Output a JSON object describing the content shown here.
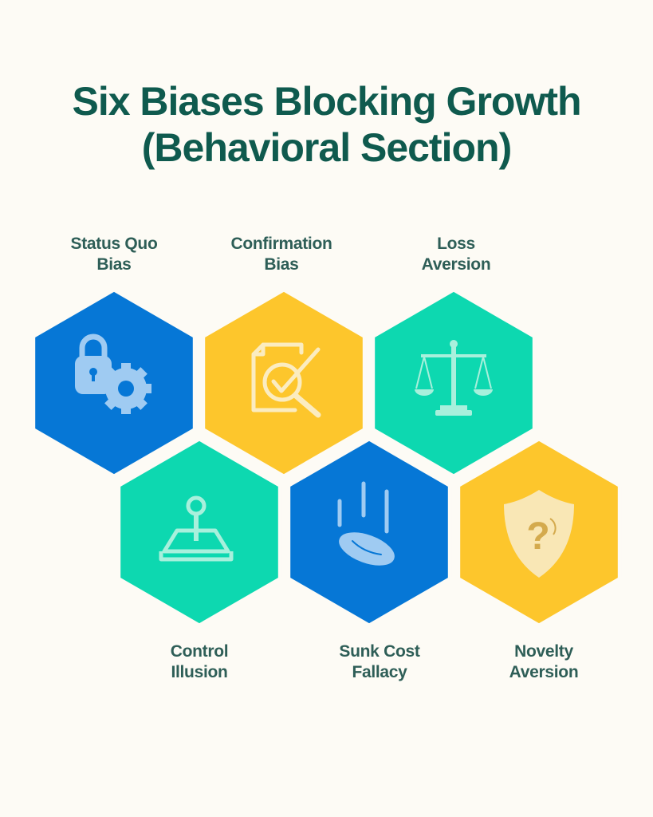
{
  "title": {
    "line1": "Six Biases Blocking Growth",
    "line2": "(Behavioral Section)"
  },
  "colors": {
    "blue": "#0677D6",
    "yellow": "#FDC62C",
    "teal": "#0DD8B0",
    "background": "#FDFBF5",
    "title": "#0F5A4E"
  },
  "biases": [
    {
      "line1": "Status Quo",
      "line2": "Bias",
      "icon": "lock-gear-icon",
      "color": "blue"
    },
    {
      "line1": "Confirmation",
      "line2": "Bias",
      "icon": "document-magnifier-check-icon",
      "color": "yellow"
    },
    {
      "line1": "Loss",
      "line2": "Aversion",
      "icon": "balance-scale-icon",
      "color": "teal"
    },
    {
      "line1": "Control",
      "line2": "Illusion",
      "icon": "joystick-icon",
      "color": "teal"
    },
    {
      "line1": "Sunk Cost",
      "line2": "Fallacy",
      "icon": "falling-coin-icon",
      "color": "blue"
    },
    {
      "line1": "Novelty",
      "line2": "Aversion",
      "icon": "shield-question-icon",
      "color": "yellow"
    }
  ]
}
